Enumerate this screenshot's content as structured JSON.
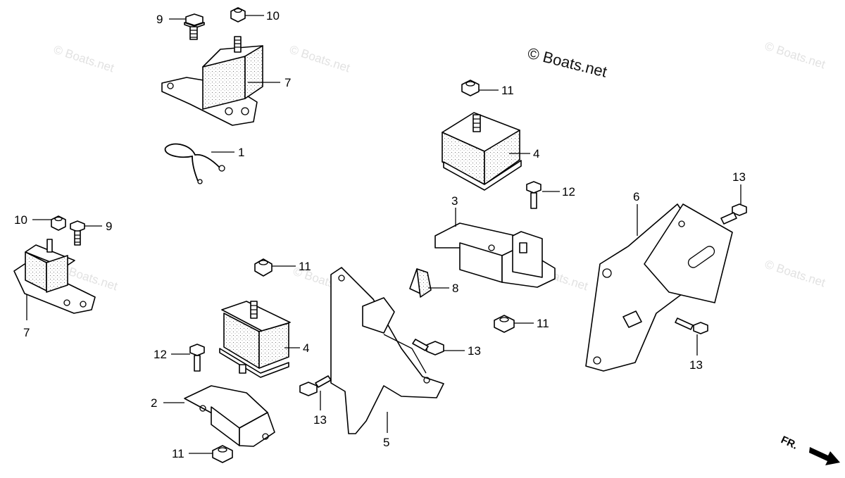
{
  "copyright": "© Boats.net",
  "watermark": "© Boats.net",
  "front_marker": "FR.",
  "callouts": {
    "c9a": "9",
    "c10a": "10",
    "c7a": "7",
    "c1": "1",
    "c10b": "10",
    "c9b": "9",
    "c7b": "7",
    "c11a": "11",
    "c4a": "4",
    "c12a": "12",
    "c3": "3",
    "c8": "8",
    "c11b": "11",
    "c13a": "13",
    "c6": "6",
    "c13b": "13",
    "c11c": "11",
    "c4b": "4",
    "c12b": "12",
    "c2": "2",
    "c11d": "11",
    "c13c": "13",
    "c13d": "13",
    "c5": "5"
  }
}
